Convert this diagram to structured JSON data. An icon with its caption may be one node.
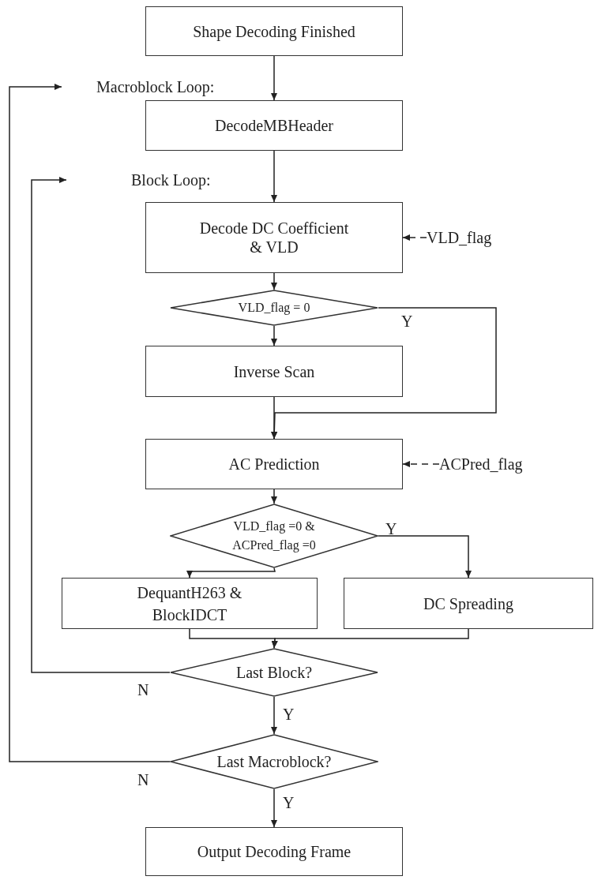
{
  "diagram": {
    "nodes": [
      {
        "text": [
          "Shape Decoding Finished"
        ]
      },
      {
        "text": [
          "Macroblock Loop:"
        ]
      },
      {
        "text": [
          "DecodeMBHeader"
        ]
      },
      {
        "text": [
          "Block Loop:"
        ]
      },
      {
        "text": [
          "Decode DC Coefficient & VLD"
        ]
      },
      {
        "text": [
          "VLD_flag"
        ]
      },
      {
        "text": [
          "VLD_flag = 0"
        ]
      },
      {
        "text": [
          "Inverse Scan"
        ]
      },
      {
        "text": [
          "AC Prediction"
        ]
      },
      {
        "text": [
          "ACPred_flag"
        ]
      },
      {
        "text": [
          "VLD_flag =0 & ACPred_flag =0"
        ]
      },
      {
        "text": [
          "DequantH263 & BlockIDCT"
        ]
      },
      {
        "text": [
          "DC Spreading"
        ]
      },
      {
        "text": [
          "Last Block?"
        ]
      },
      {
        "text": [
          "Last Macroblock?"
        ]
      },
      {
        "text": [
          "Output Decoding Frame"
        ]
      }
    ],
    "edges": [
      {
        "from": 0,
        "to": 2,
        "arrow": "to"
      },
      {
        "from": 2,
        "to": 4,
        "arrow": "to"
      },
      {
        "from": 5,
        "to": 4,
        "arrow": "to",
        "style": "dashed"
      },
      {
        "from": 4,
        "to": 6,
        "arrow": "to"
      },
      {
        "from": 6,
        "to": 7,
        "arrow": "to"
      },
      {
        "from": 6,
        "to": 8,
        "arrow": "to",
        "label": "Y"
      },
      {
        "from": 7,
        "to": 8,
        "arrow": "to"
      },
      {
        "from": 9,
        "to": 8,
        "arrow": "to",
        "style": "dashed"
      },
      {
        "from": 8,
        "to": 10,
        "arrow": "to"
      },
      {
        "from": 10,
        "to": 11,
        "arrow": "to"
      },
      {
        "from": 10,
        "to": 12,
        "arrow": "to",
        "label": "Y"
      },
      {
        "from": 11,
        "to": 13,
        "arrow": "to"
      },
      {
        "from": 12,
        "to": 13,
        "arrow": "to"
      },
      {
        "from": 13,
        "to": 3,
        "arrow": "to",
        "label": "N"
      },
      {
        "from": 13,
        "to": 14,
        "arrow": "to",
        "label": "Y"
      },
      {
        "from": 14,
        "to": 1,
        "arrow": "to",
        "label": "N"
      },
      {
        "from": 14,
        "to": 15,
        "arrow": "to",
        "label": "Y"
      }
    ]
  }
}
